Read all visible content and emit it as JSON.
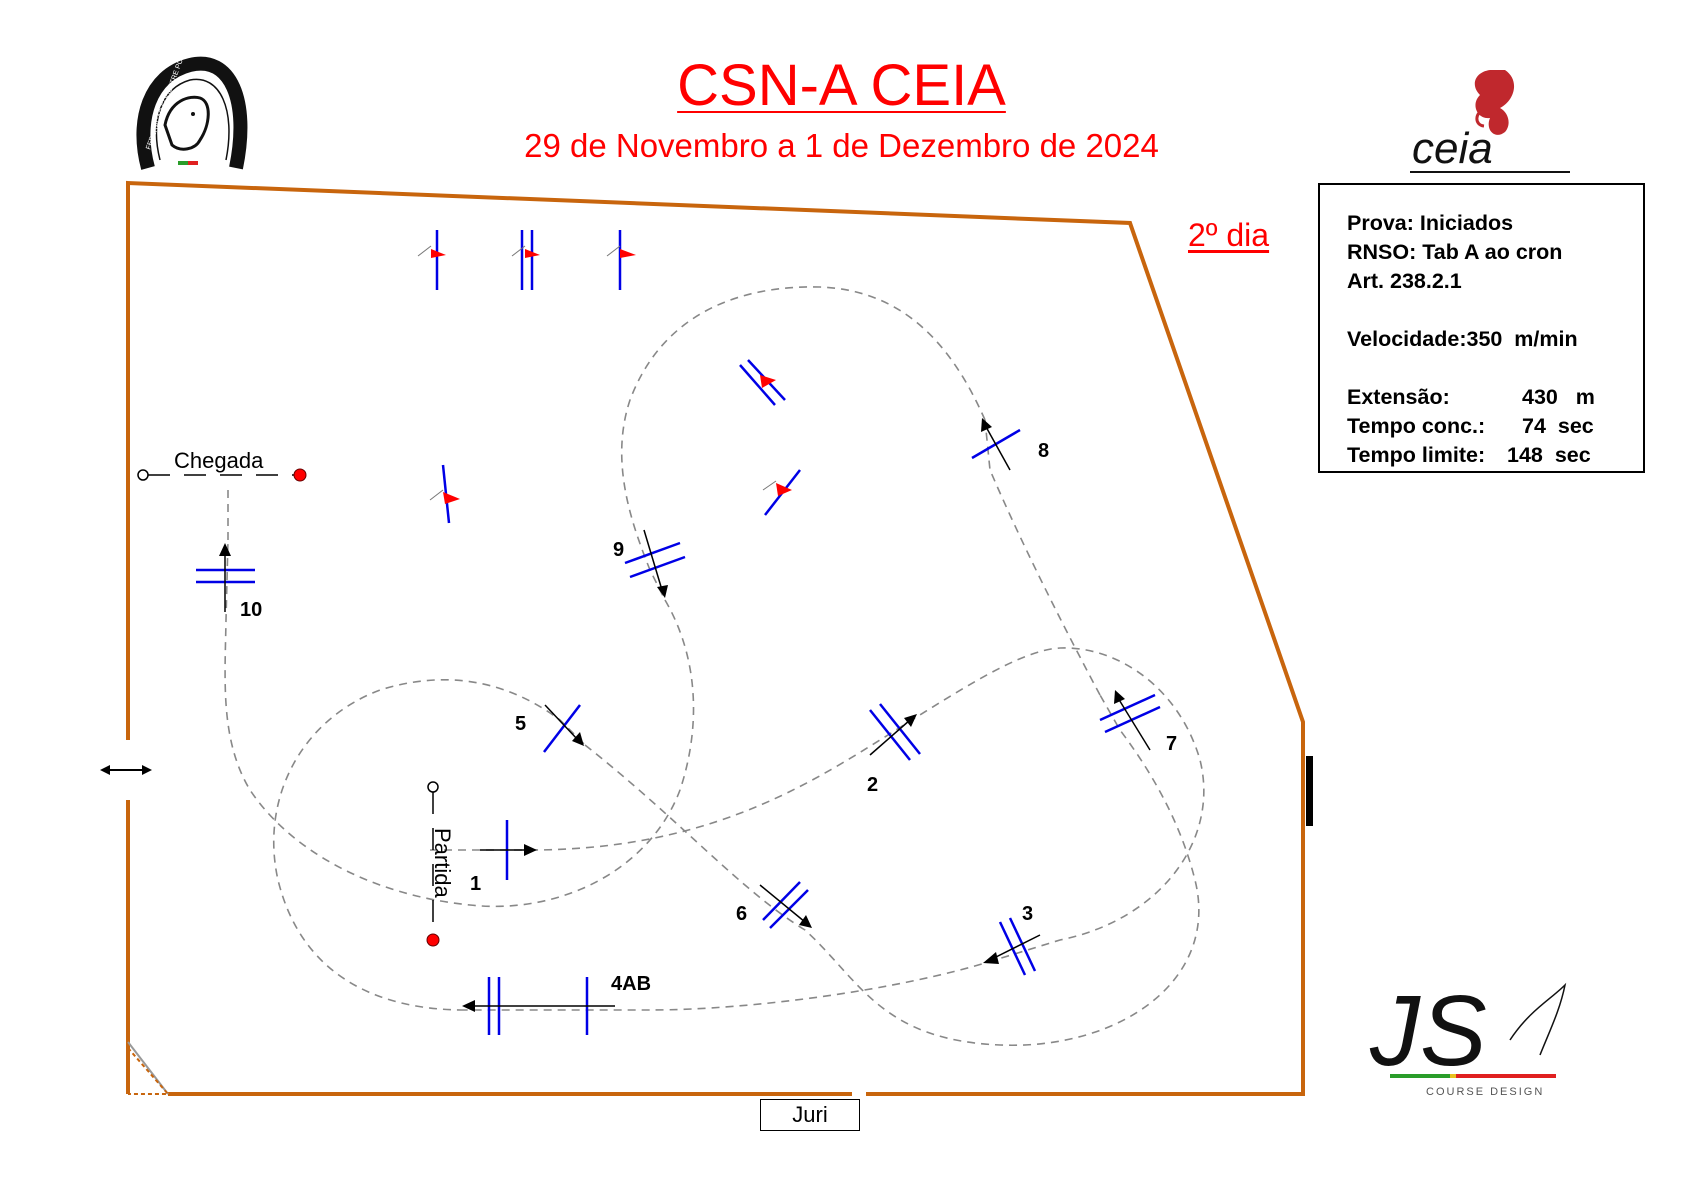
{
  "header": {
    "title": "CSN-A CEIA",
    "subtitle": "29 de Novembro a 1 de Dezembro de 2024",
    "day": "2º dia"
  },
  "logos": {
    "federation": {
      "ring_text": "FEDERAÇÃO EQUESTRE PORTUGUESA"
    },
    "ceia": {
      "text": "ceia"
    },
    "designer": {
      "monogram": "JS",
      "tagline": "COURSE DESIGN"
    }
  },
  "info": {
    "prova": "Prova: Iniciados",
    "rnso": "RNSO: Tab A ao cron",
    "art": "Art. 238.2.1",
    "velocidade": "Velocidade:350  m/min",
    "extensao_label": "Extensão:",
    "extensao_value": "430   m",
    "tempo_conc_label": "Tempo conc.:",
    "tempo_conc_value": "74  sec",
    "tempo_limite_label": "Tempo limite:",
    "tempo_limite_value": "148  sec"
  },
  "course": {
    "start_label": "Partida",
    "finish_label": "Chegada",
    "jury_label": "Juri",
    "obstacles": [
      "1",
      "2",
      "3",
      "4AB",
      "5",
      "6",
      "7",
      "8",
      "9",
      "10"
    ]
  },
  "colors": {
    "title": "#ff0000",
    "arena": "#c8650d",
    "fence": "#0000e6",
    "path": "#808080",
    "flag": "#ff0000"
  }
}
